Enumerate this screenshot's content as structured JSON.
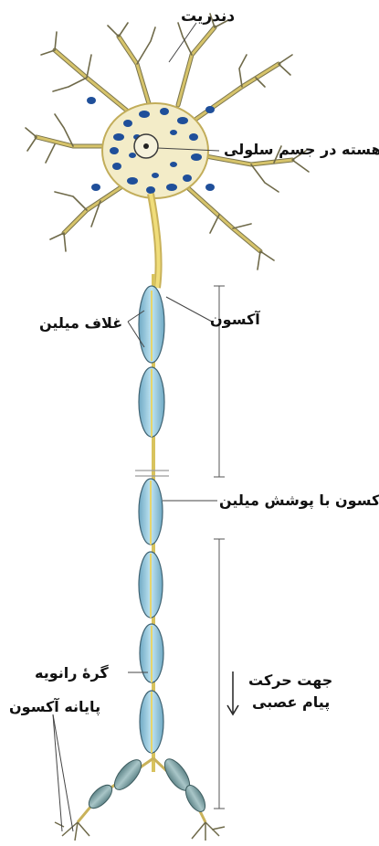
{
  "labels": {
    "dendrite": "دندریت",
    "nucleus": "هسته در جسم سلولی",
    "axon": "آکسون",
    "myelin_sheath": "غلاف میلین",
    "myelinated_axon": "آکسون با پوشش میلین",
    "node_of_ranvier": "گرۀ رانویه",
    "axon_terminal": "پایانه آکسون",
    "direction_line1": "جهت حرکت",
    "direction_line2": "پیام عصبی"
  },
  "colors": {
    "dendrite": "#c9b25a",
    "dendrite_dark": "#6f6a4a",
    "soma_nuclei": "#1f4f9a",
    "myelin": "#9fd0e6",
    "myelin_edge": "#4b6f80",
    "axon_core": "#e8d56b",
    "terminal_myelin": "#7fa3a6",
    "leader": "#555555"
  }
}
